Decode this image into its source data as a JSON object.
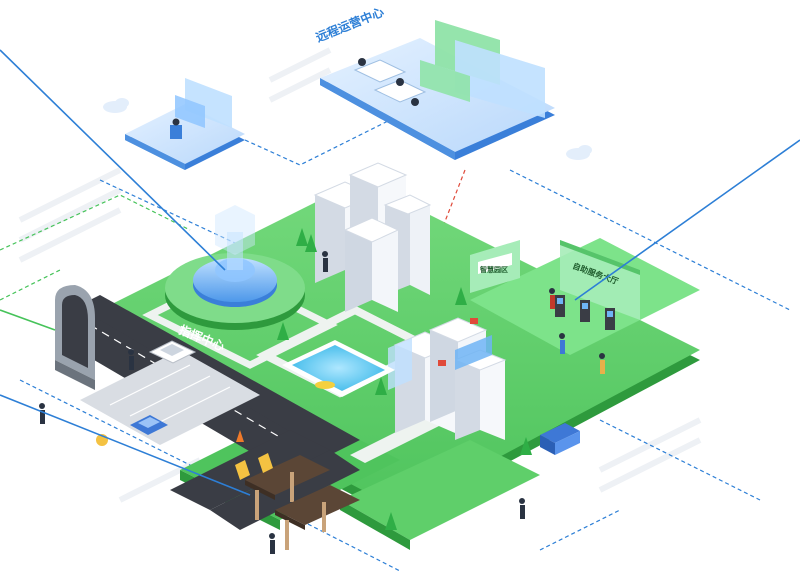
{
  "labels": {
    "remote_center": "远程运营中心",
    "command_center": "指挥中心",
    "self_service_hall": "自助服务大厅",
    "sign_board": "智慧园区"
  },
  "colors": {
    "grass": "#5fcf6a",
    "grass_dark": "#3fb04d",
    "grass_side": "#2e9a3d",
    "road": "#3a3d45",
    "glass": "#5aa6f2",
    "panel_green": "#8fe3a8",
    "building": "#e9edf3",
    "link_blue": "#2d7fd6",
    "link_red": "#e04a3a",
    "link_green": "#46c35a"
  }
}
